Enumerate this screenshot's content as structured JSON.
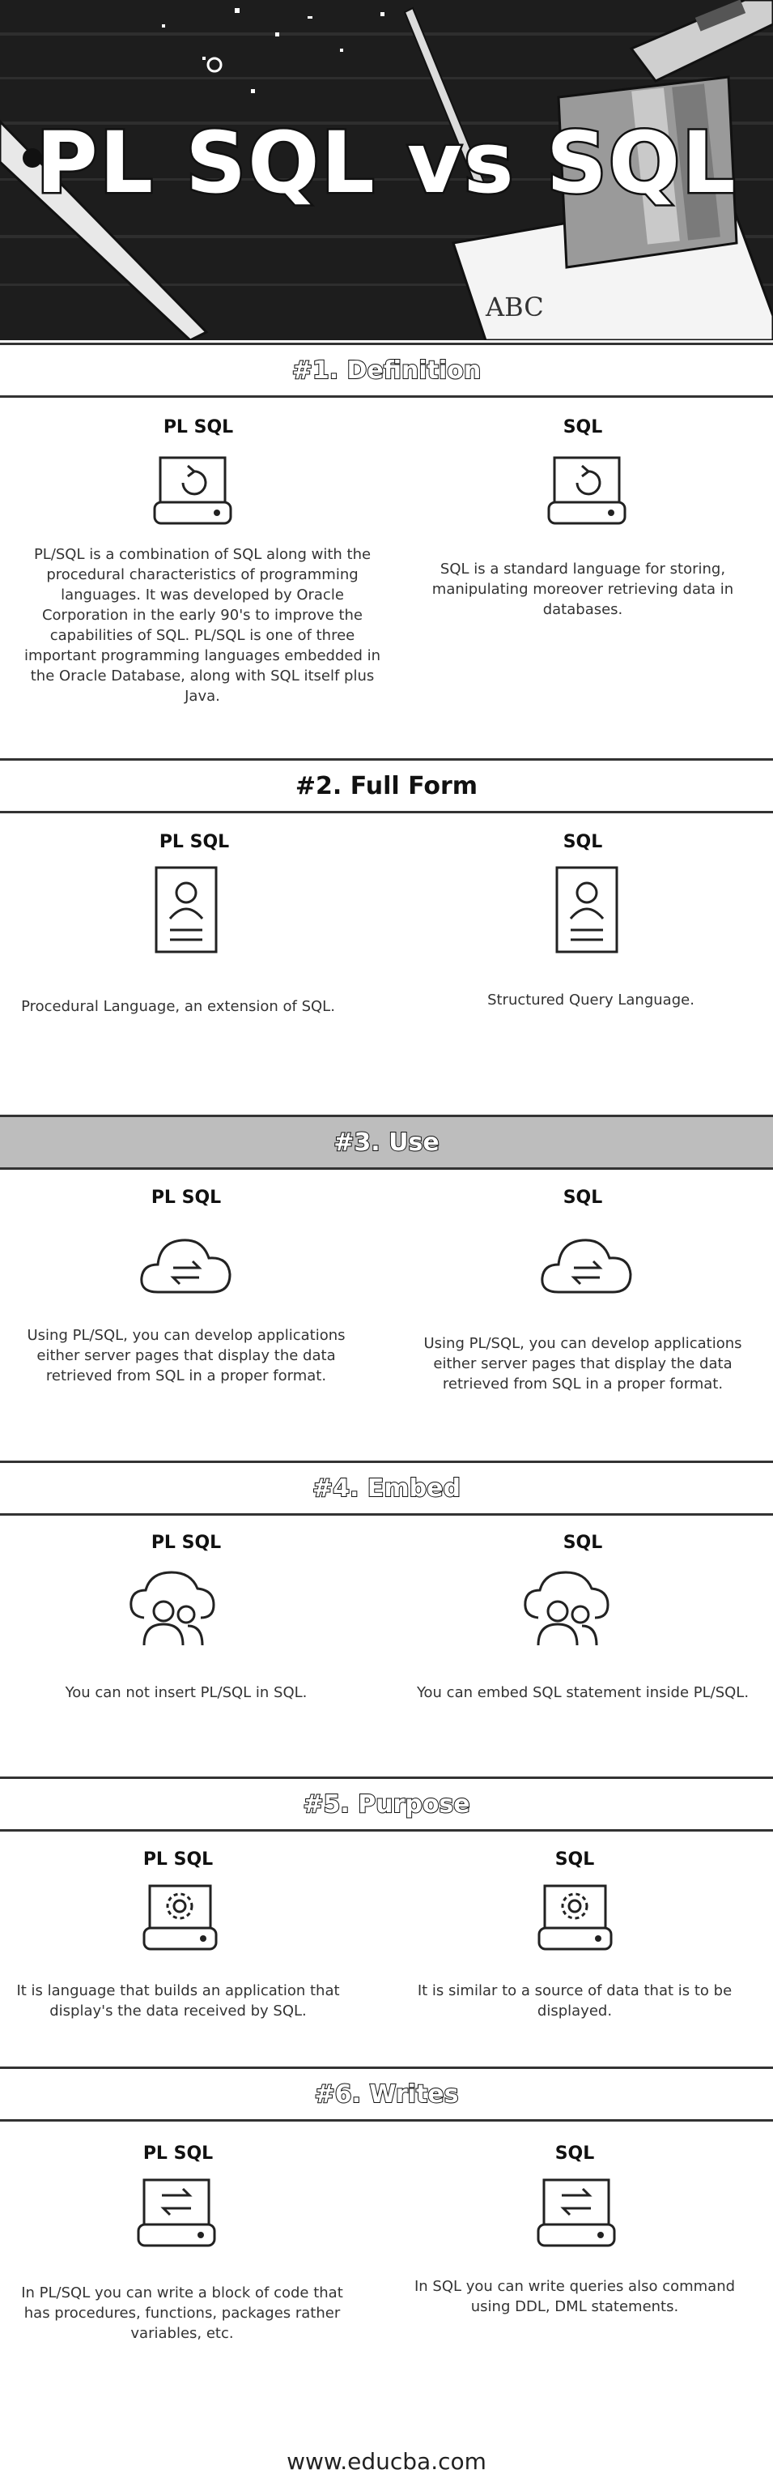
{
  "hero": {
    "title": "PL SQL vs SQL",
    "paper_text": "ABC"
  },
  "col_left_head": "PL SQL",
  "col_right_head": "SQL",
  "sections": [
    {
      "heading": "#1. Definition",
      "left_text": "PL/SQL is a combination of SQL along with the procedural characteristics of programming languages. It was developed by Oracle Corporation in the early 90's to improve the capabilities of SQL. PL/SQL is one of three important programming languages embedded in the Oracle Database, along with SQL itself plus Java.",
      "right_text": "SQL is a standard language for storing, manipulating moreover retrieving data in databases.",
      "icon": "database-refresh-icon"
    },
    {
      "heading": "#2. Full Form",
      "left_text": "Procedural Language, an extension of SQL.",
      "right_text": "Structured Query Language.",
      "icon": "profile-document-icon"
    },
    {
      "heading": "#3. Use",
      "left_text": "Using PL/SQL, you can develop applications either server pages that display the data retrieved from SQL in a proper format.",
      "right_text": "Using PL/SQL, you can develop applications either server pages that display the data retrieved from SQL in a proper format.",
      "icon": "cloud-sync-icon"
    },
    {
      "heading": "#4. Embed",
      "left_text": "You can not insert PL/SQL in SQL.",
      "right_text": "You can embed SQL statement inside PL/SQL.",
      "icon": "cloud-users-icon"
    },
    {
      "heading": "#5. Purpose",
      "left_text": "It is language that builds an application that display's the data received by SQL.",
      "right_text": "It is similar to a source of data that is to be displayed.",
      "icon": "database-gear-icon"
    },
    {
      "heading": "#6. Writes",
      "left_text": "In PL/SQL you can write a block of code that has procedures, functions, packages rather variables, etc.",
      "right_text": "In SQL you can write queries also command using DDL, DML statements.",
      "icon": "database-transfer-icon"
    }
  ],
  "footer": "www.educba.com",
  "colors": {
    "band_grey": "#bdbdbd",
    "rule": "#333333",
    "hero_bg": "#1c1c1c"
  }
}
